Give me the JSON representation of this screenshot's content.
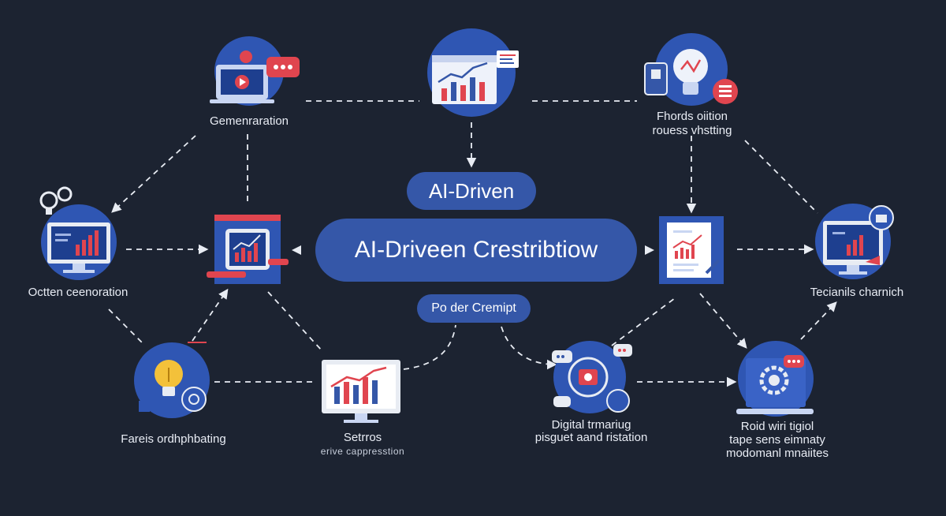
{
  "title_pill": "AI-Driven",
  "center_pill": "AI-Driveen Crestribtiow",
  "sub_pill": "Po der Cremipt",
  "nodes": {
    "generation": "Gemenraration",
    "top_center": "",
    "top_right": {
      "line1": "Fhords oiition",
      "line2": "rouess vhstting"
    },
    "left": "Octten ceenoration",
    "center_left": "",
    "center_right": "",
    "right": "Tecianils charnich",
    "bottom_left": "Fareis ordhphbating",
    "bottom_center": {
      "line1": "Setrros",
      "line2": "erive cappresstion"
    },
    "bottom_right": {
      "line1": "Digital trmariug",
      "line2": "pisguet aand ristation"
    },
    "far_bottom_right": {
      "line1": "Roid wiri tigiol",
      "line2": "tape sens eimnaty",
      "line3": "modomanl mnaiites"
    }
  },
  "colors": {
    "background": "#1c2331",
    "accent_blue": "#3557a8",
    "icon_circle": "#2f56b3",
    "accent_red": "#e0454f",
    "arrow": "#e8ecf3"
  },
  "icons": [
    "video-chat-icon",
    "bar-chart-window-icon",
    "lightbulb-idea-icon",
    "monitor-chart-icon",
    "tablet-chart-icon",
    "document-chart-icon",
    "monitor-security-icon",
    "lightbulb-gear-icon",
    "monitor-growth-icon",
    "camera-chat-icon",
    "monitor-gear-icon"
  ]
}
